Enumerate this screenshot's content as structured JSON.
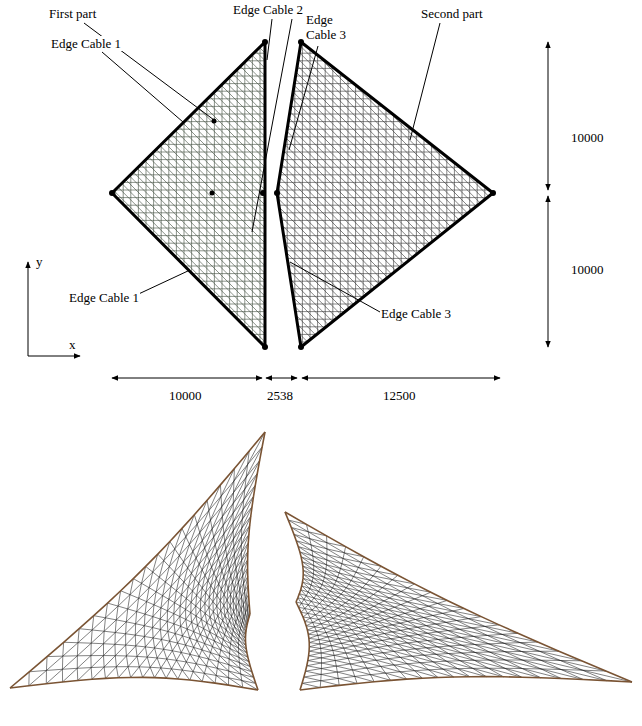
{
  "diagram": {
    "labels": [
      "First part",
      "Edge Cable 2",
      "Edge Cable 3",
      "Second part",
      "Edge Cable 1",
      "10000",
      "10000",
      "y",
      "x",
      "Edge Cable 1",
      "Edge Cable 3",
      "10000",
      "2538",
      "12500"
    ]
  }
}
